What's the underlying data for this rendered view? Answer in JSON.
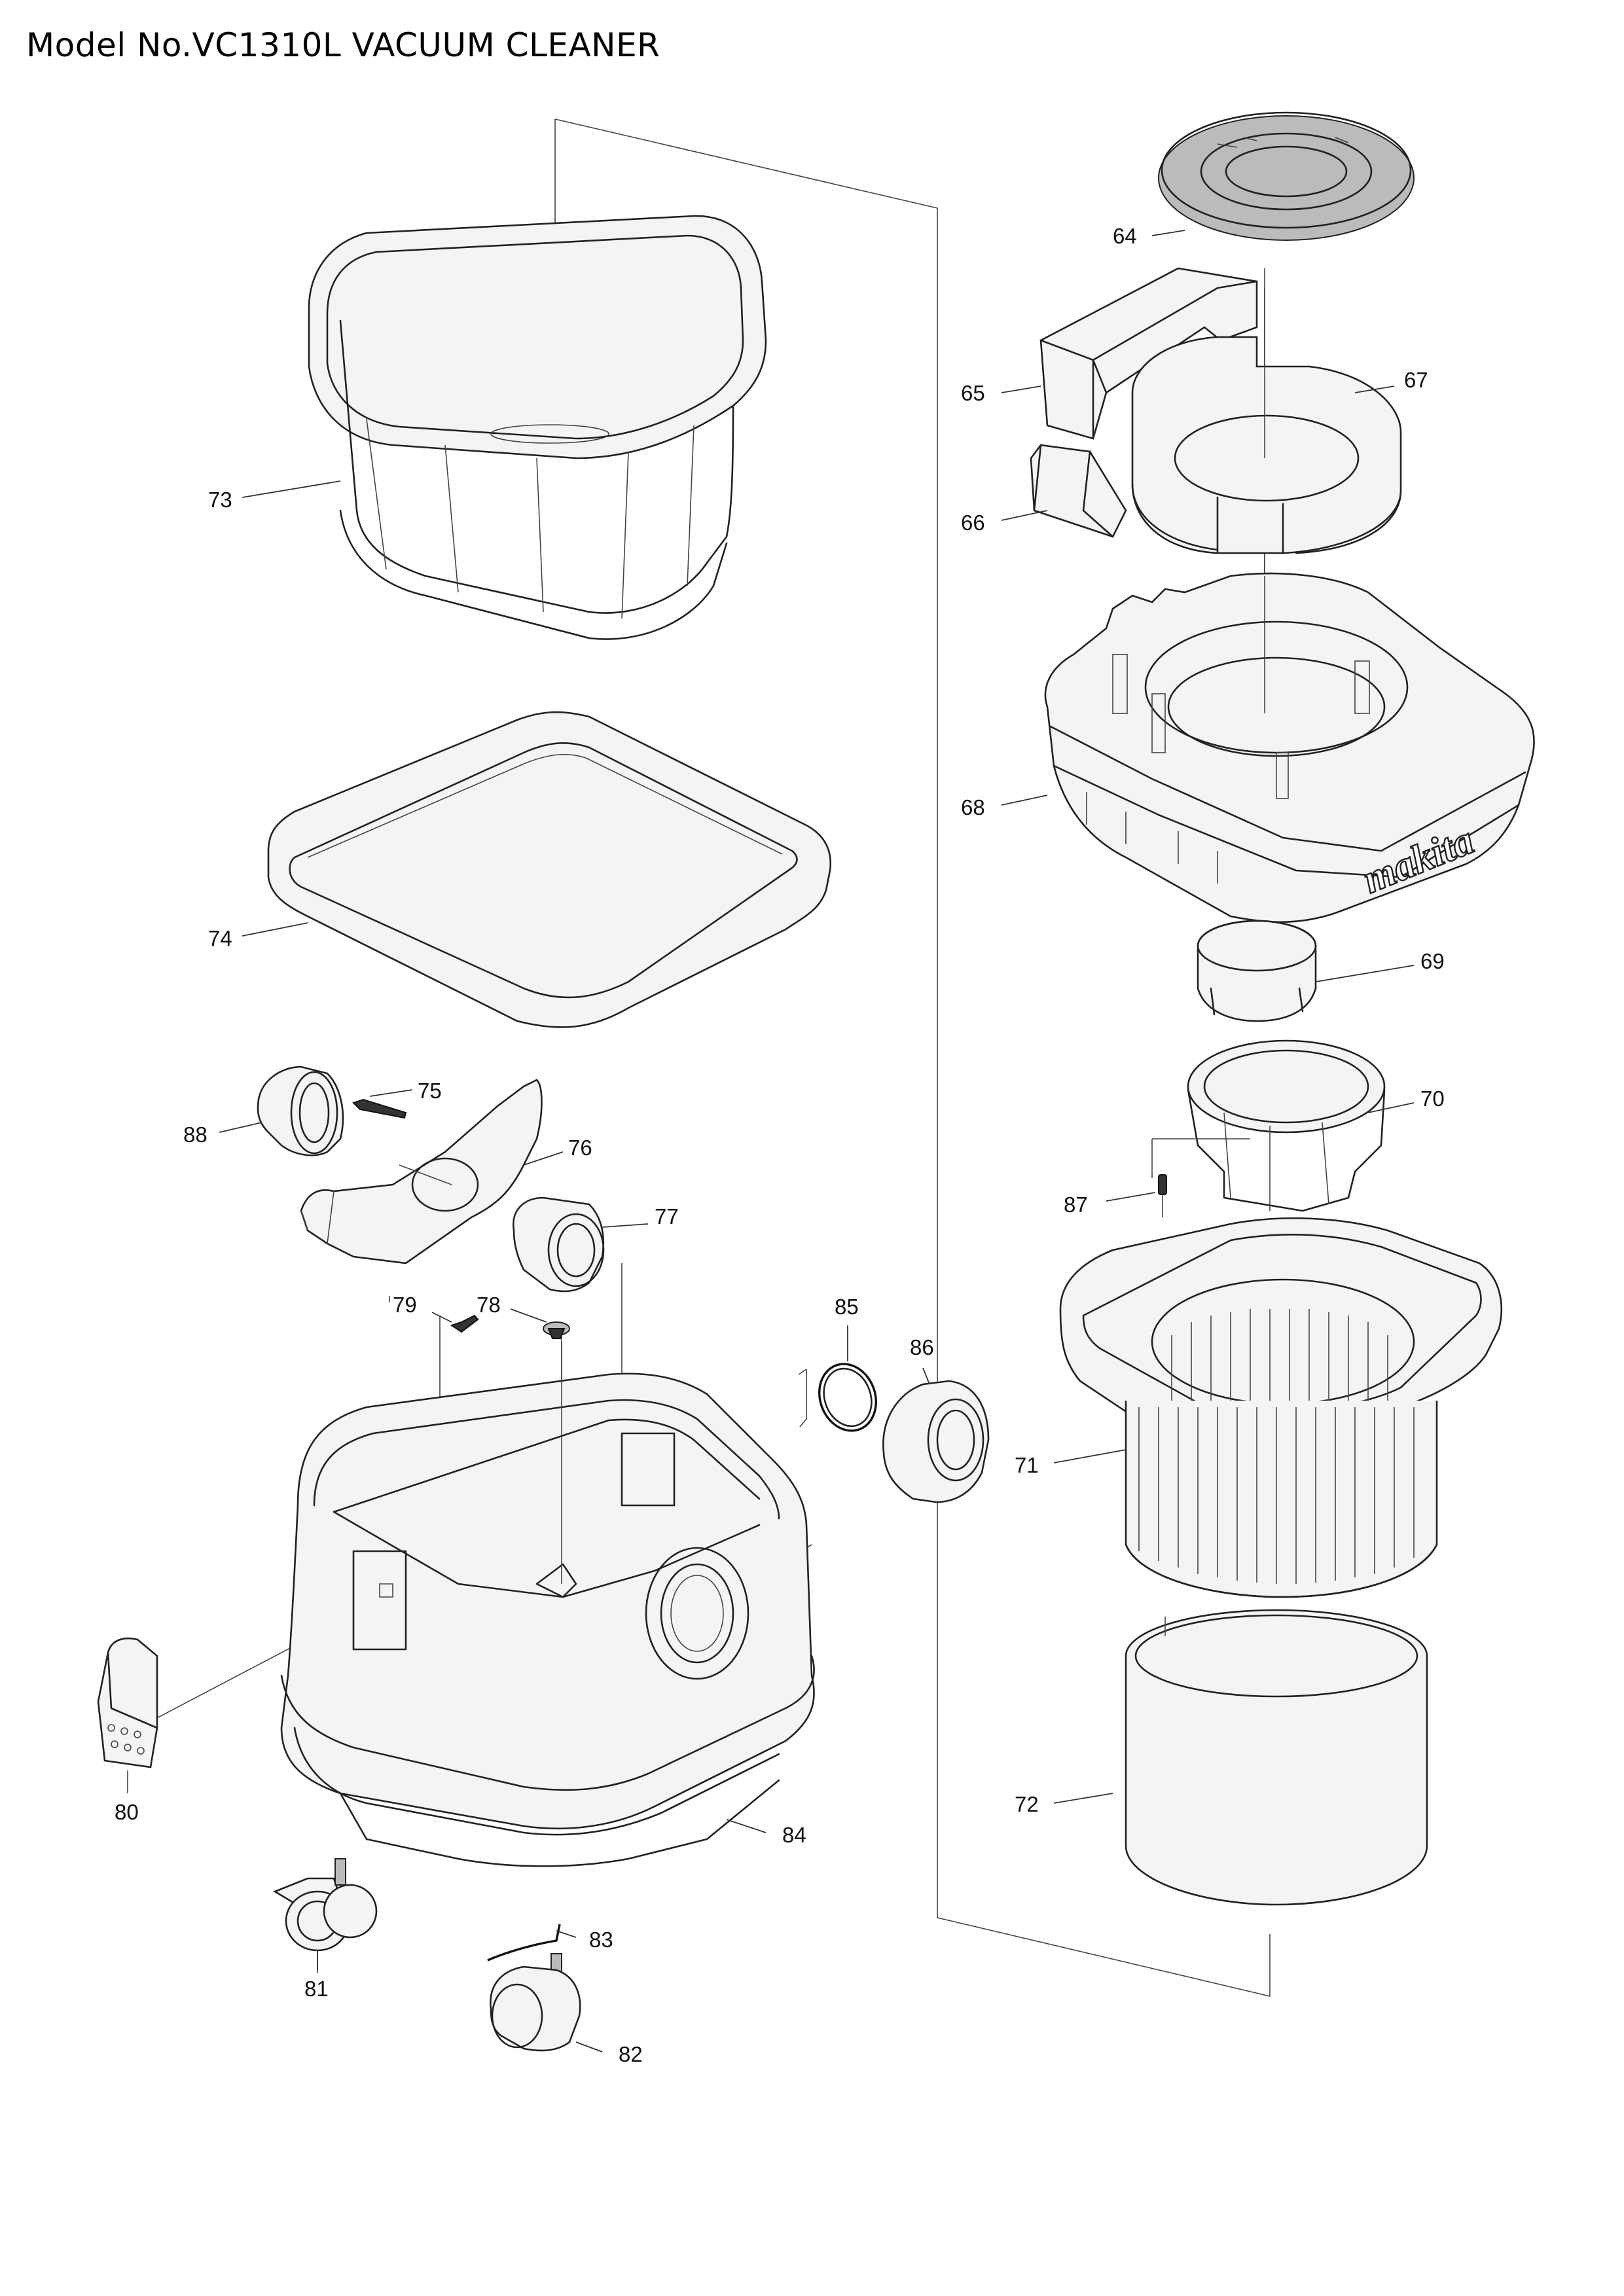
{
  "title": "Model No.VC1310L VACUUM CLEANER",
  "brand_mark": "makita",
  "callouts": [
    "64",
    "65",
    "66",
    "67",
    "68",
    "69",
    "70",
    "71",
    "72",
    "73",
    "74",
    "75",
    "76",
    "77",
    "78",
    "79",
    "80",
    "81",
    "82",
    "83",
    "84",
    "85",
    "86",
    "87",
    "88"
  ]
}
